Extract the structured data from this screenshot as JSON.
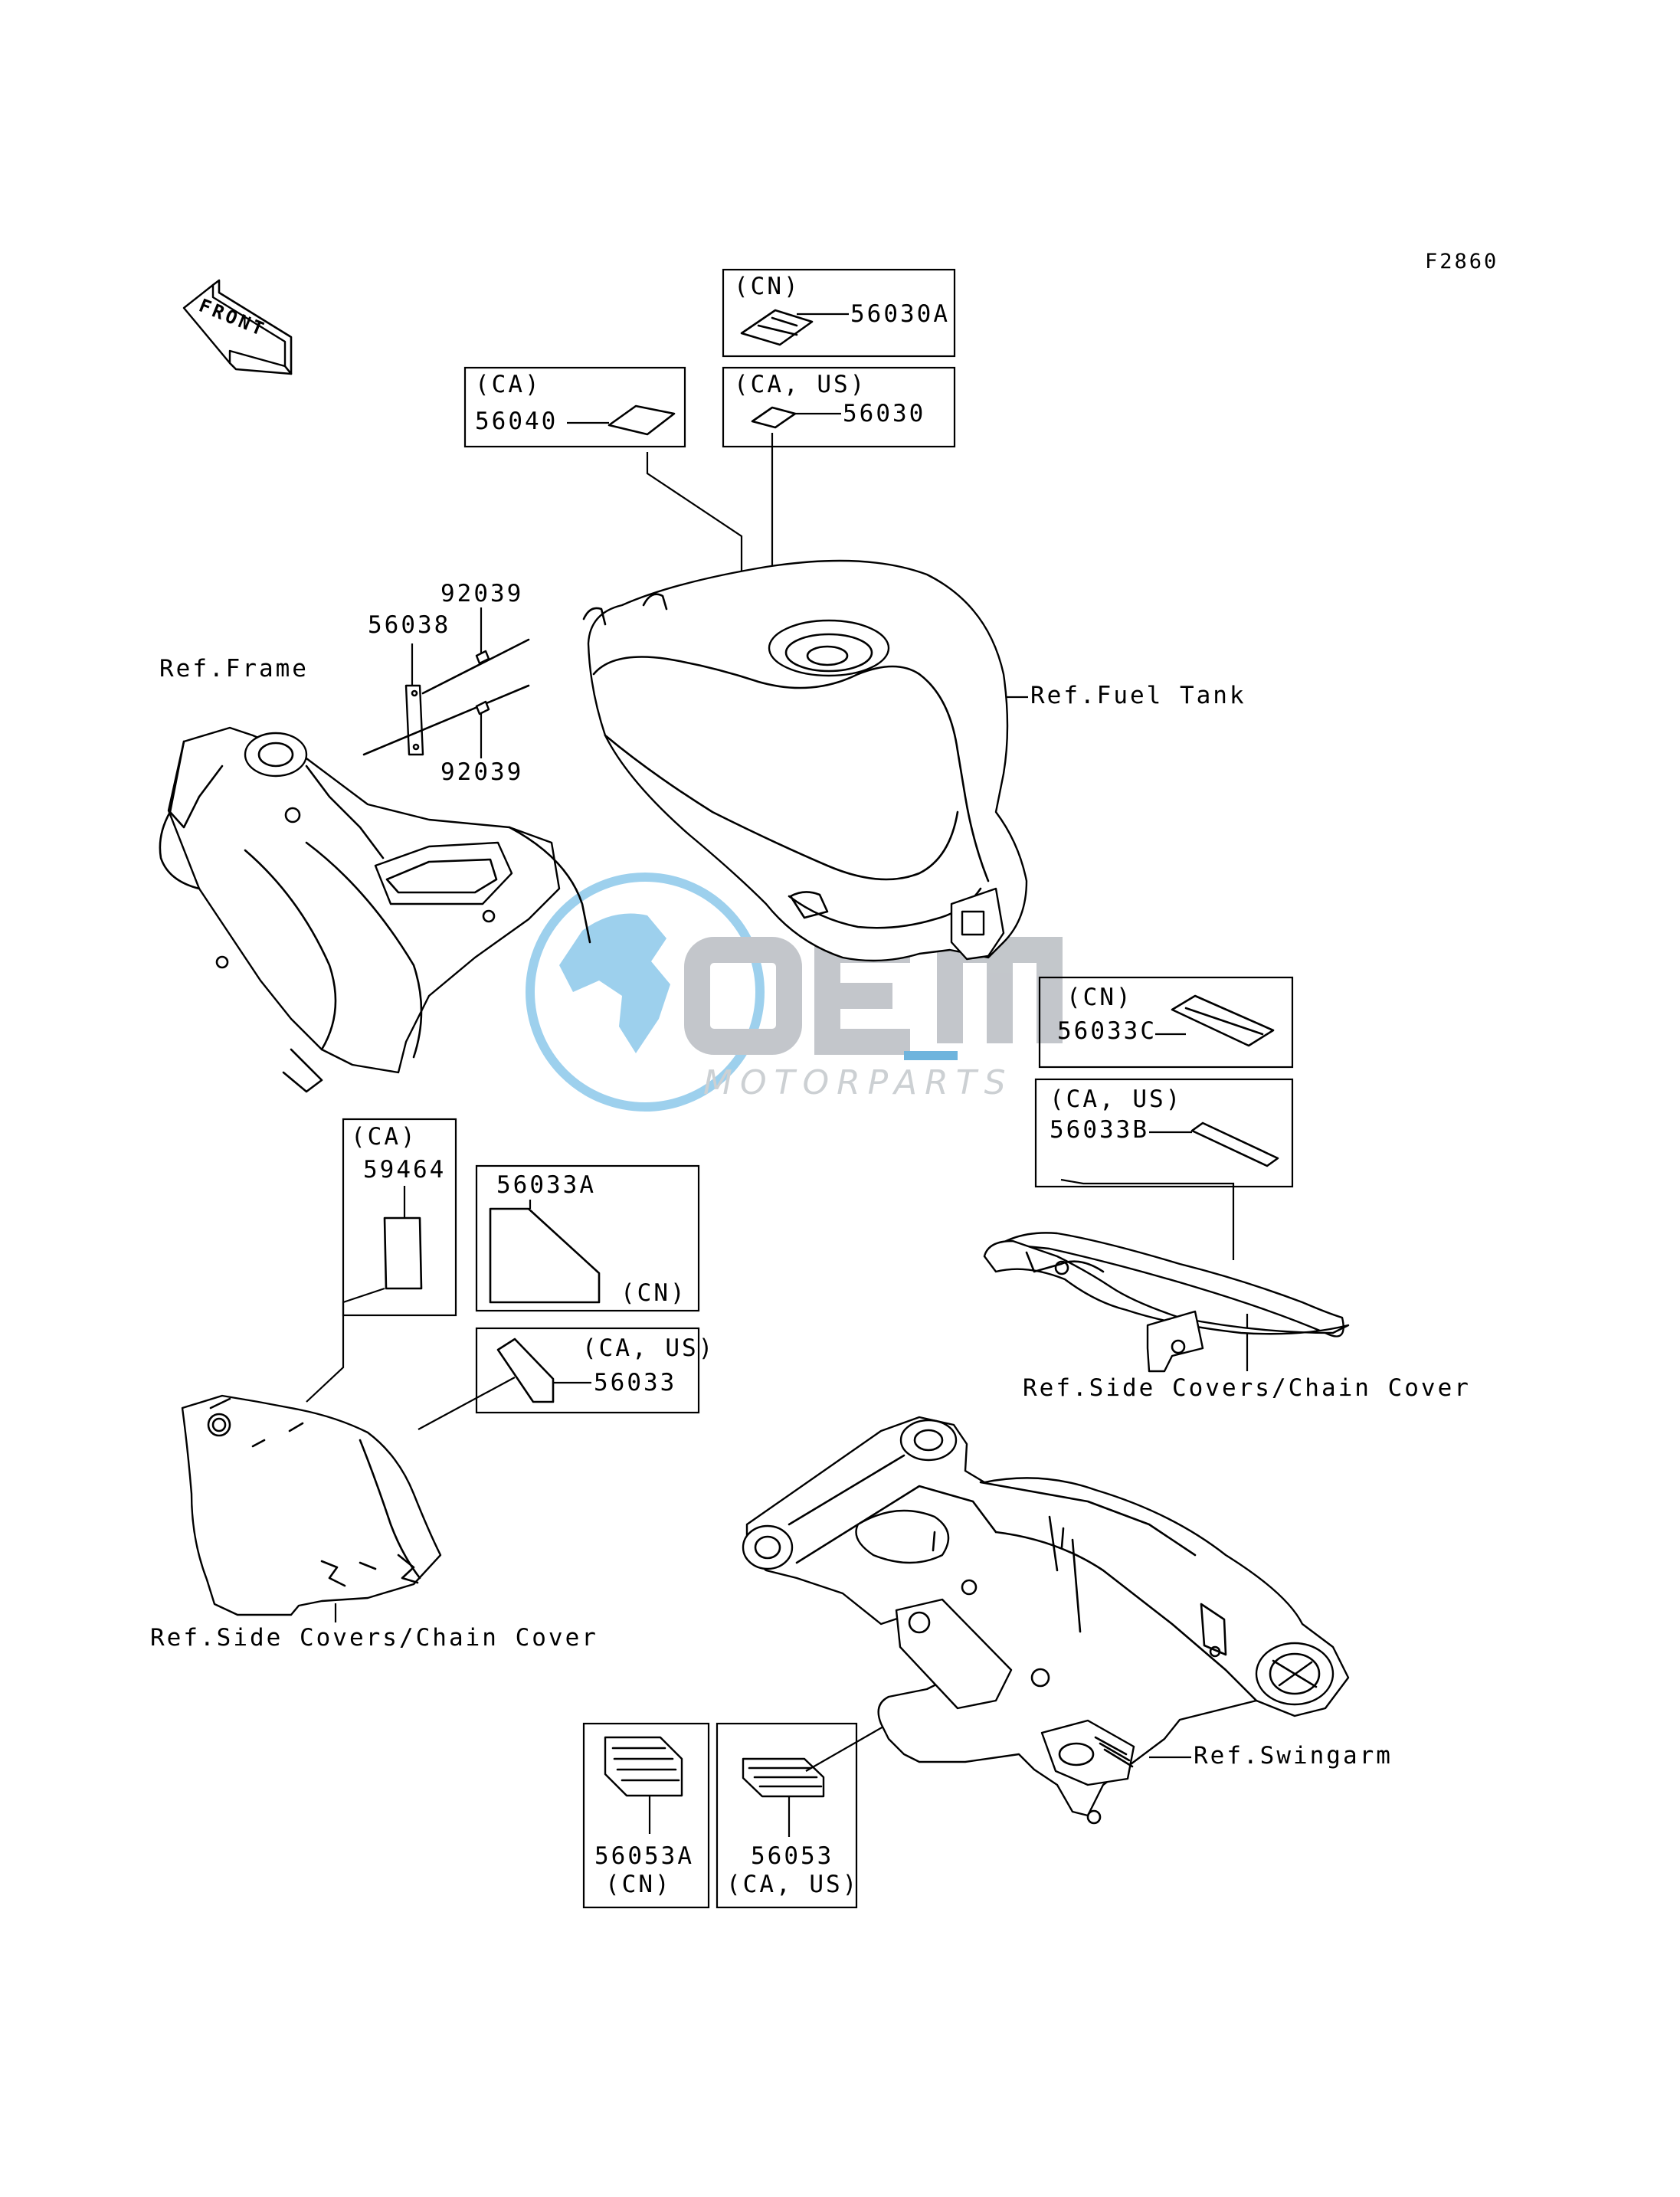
{
  "diagram_code": "F2860",
  "front_arrow": {
    "text": "FRONT"
  },
  "watermark": {
    "brand": "OEM",
    "sub": "MOTORPARTS",
    "accent": "#55a8d8",
    "gray": "#b9bdc2"
  },
  "boxes": {
    "cn_56030a": {
      "region": "(CN)",
      "part": "56030A"
    },
    "ca_56040": {
      "region": "(CA)",
      "part": "56040"
    },
    "caus_56030": {
      "region": "(CA, US)",
      "part": "56030"
    },
    "cn_56033c": {
      "region": "(CN)",
      "part": "56033C"
    },
    "caus_56033b": {
      "region": "(CA, US)",
      "part": "56033B"
    },
    "ca_59464": {
      "region": "(CA)",
      "part": "59464"
    },
    "cn_56033a": {
      "region": "(CN)",
      "part": "56033A"
    },
    "caus_56033": {
      "region": "(CA, US)",
      "part": "56033"
    },
    "cn_56053a": {
      "region": "(CN)",
      "part": "56053A"
    },
    "caus_56053": {
      "region": "(CA, US)",
      "part": "56053"
    }
  },
  "parts": {
    "p92039_top": "92039",
    "p56038": "56038",
    "p92039_bottom": "92039"
  },
  "refs": {
    "frame": "Ref.Frame",
    "fuel_tank": "Ref.Fuel Tank",
    "side_covers_right": "Ref.Side Covers/Chain Cover",
    "side_covers_left": "Ref.Side Covers/Chain Cover",
    "swingarm": "Ref.Swingarm"
  }
}
